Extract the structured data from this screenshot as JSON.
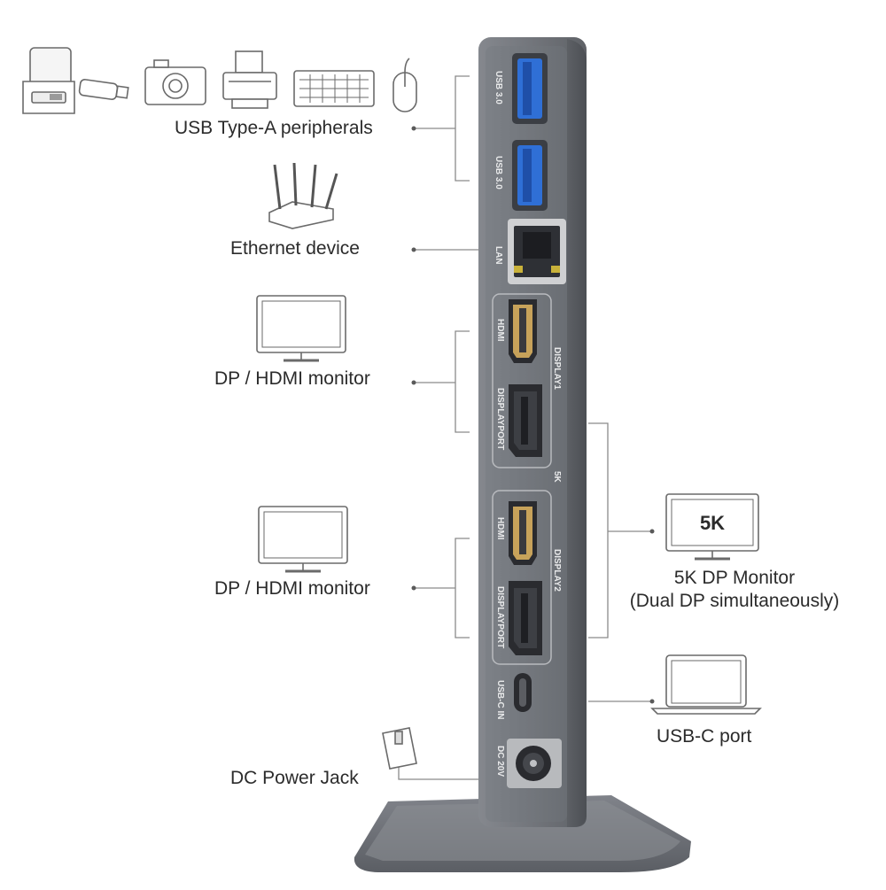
{
  "labels": {
    "usb_a": "USB Type-A peripherals",
    "ethernet": "Ethernet device",
    "monitor1": "DP / HDMI monitor",
    "monitor2": "DP / HDMI monitor",
    "monitor_5k_line1": "5K DP Monitor",
    "monitor_5k_line2": "(Dual DP simultaneously)",
    "monitor_5k_screen": "5K",
    "usb_c": "USB-C port",
    "dc": "DC Power Jack"
  },
  "port_labels": {
    "usb1": "USB 3.0",
    "usb2": "USB 3.0",
    "lan": "LAN",
    "hdmi1": "HDMI",
    "dp1": "DISPLAYPORT",
    "display1": "DISPLAY1",
    "five_k": "5K",
    "hdmi2": "HDMI",
    "dp2": "DISPLAYPORT",
    "display2": "DISPLAY2",
    "usbc_in": "USB-C IN",
    "dc20v": "DC 20V"
  },
  "icons": [
    "hdd-dock-icon",
    "usb-stick-icon",
    "camera-icon",
    "printer-icon",
    "keyboard-icon",
    "mouse-icon",
    "router-icon",
    "monitor-icon",
    "laptop-icon",
    "power-adapter-icon"
  ],
  "colors": {
    "dock_body": "#7d8086",
    "dock_face": "#6f7277",
    "usb_blue": "#2f6fd6",
    "hdmi_gold": "#c7a25a",
    "line": "#8a8a8a"
  }
}
